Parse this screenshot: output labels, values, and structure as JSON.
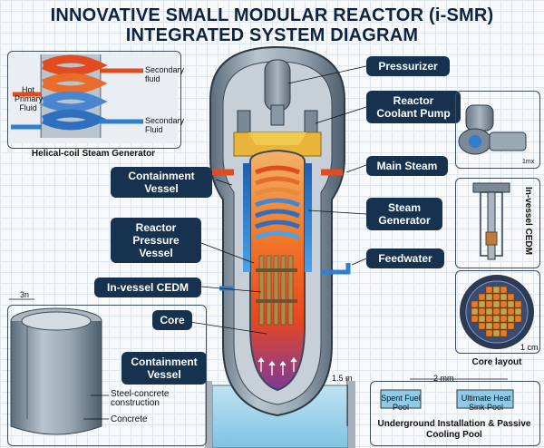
{
  "title_line1": "INNOVATIVE SMALL MODULAR REACTOR (i-SMR)",
  "title_line2": "INTEGRATED SYSTEM DIAGRAM",
  "callouts": {
    "pressurizer": "Pressurizer",
    "coolant_pump": "Reactor Coolant Pump",
    "main_steam": "Main Steam",
    "steam_generator": "Steam Generator",
    "feedwater": "Feedwater",
    "containment_vessel": "Containment Vessel",
    "reactor_pressure_vessel": "Reactor Pressure Vessel",
    "cedm": "In-vessel CEDM",
    "core": "Core",
    "containment_vessel_2": "Containment Vessel"
  },
  "helical_inset": {
    "caption": "Helical-coil Steam Generator",
    "hot_primary": "Hot Primary Fluid",
    "secondary_top": "Secondary fluid",
    "secondary_bottom": "Secondary Fluid"
  },
  "containment_inset": {
    "scale": "3n",
    "steel_concrete": "Steel-concrete construction",
    "concrete": "Concrete"
  },
  "pump_inset": {
    "scale": "1mx"
  },
  "cedm_inset": {
    "label": "In-vessel CEDM"
  },
  "core_inset": {
    "scale": "1 cm",
    "caption": "Core layout"
  },
  "pool_inset": {
    "scale": "2 mm",
    "spent_fuel": "Spent Fuel Pool",
    "heat_sink": "Ultimate Heat Sink Pool",
    "caption": "Underground Installation & Passive Cooling Pool"
  },
  "base_scale": "1.5 m",
  "colors": {
    "navy": "#16324f",
    "hot": "#e8481f",
    "cold": "#2f7fd0",
    "steel": "#8a9aa8"
  }
}
